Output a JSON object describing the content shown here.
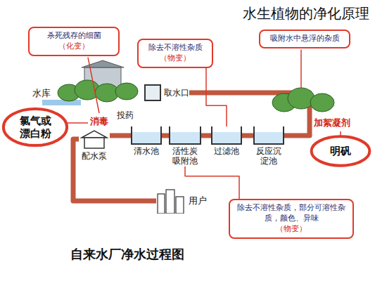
{
  "diagram": {
    "title": "水生植物的净化原理",
    "caption": "自来水厂净水过程图",
    "nodes": [
      {
        "text": [
          "杀死残存的细菌",
          "（化变）"
        ]
      },
      {
        "text": [
          "除去不溶性杂质",
          "（物变）"
        ]
      },
      {
        "text": [
          "吸附水中悬浮的杂质"
        ]
      },
      {
        "text": [
          "氯气或漂白粉"
        ]
      },
      {
        "text": [
          "取水口"
        ]
      },
      {
        "text": [
          "明矾"
        ]
      },
      {
        "text": [
          "反应沉淀池"
        ]
      },
      {
        "text": [
          "过滤池"
        ]
      },
      {
        "text": [
          "活性炭 吸附池"
        ]
      },
      {
        "text": [
          "清水池"
        ]
      },
      {
        "text": [
          "配水泵"
        ]
      },
      {
        "text": [
          "用户"
        ]
      },
      {
        "text": [
          "除去不溶性杂质，部分可溶性杂质，颜色、异味",
          "（物变）"
        ]
      }
    ],
    "edges": [
      {
        "from": 4,
        "to": 6,
        "arrow": "none"
      },
      {
        "from": 6,
        "to": 7,
        "arrow": "none"
      },
      {
        "from": 7,
        "to": 8,
        "arrow": "none"
      },
      {
        "from": 8,
        "to": 9,
        "arrow": "none"
      },
      {
        "from": 9,
        "to": 10,
        "arrow": "none"
      },
      {
        "from": 10,
        "to": 11,
        "arrow": "none"
      },
      {
        "from": 1,
        "to": 7,
        "arrow": "none"
      },
      {
        "from": 12,
        "to": 8,
        "arrow": "none"
      }
    ],
    "labels": [
      "水库",
      "加絮凝剂",
      "投药",
      "消毒"
    ]
  }
}
